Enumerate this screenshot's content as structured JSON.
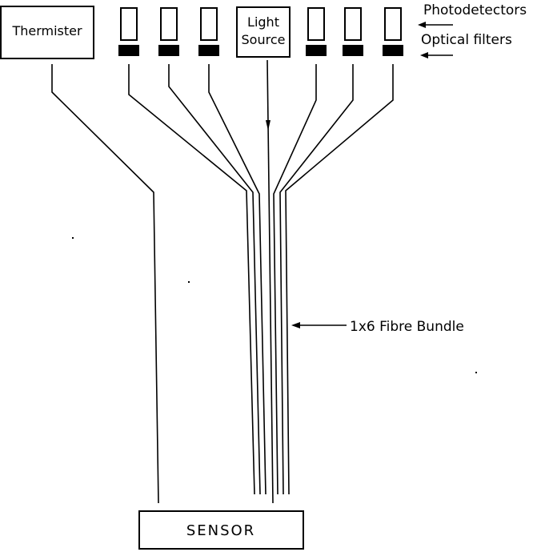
{
  "components": {
    "thermister_label": "Thermister",
    "light_source_line1": "Light",
    "light_source_line2": "Source",
    "sensor_label": "SENSOR"
  },
  "annotations": {
    "photodetectors": "Photodetectors",
    "optical_filters": "Optical filters",
    "fibre_bundle": "1x6 Fibre Bundle"
  },
  "colors": {
    "line": "#000000",
    "background": "#ffffff"
  }
}
